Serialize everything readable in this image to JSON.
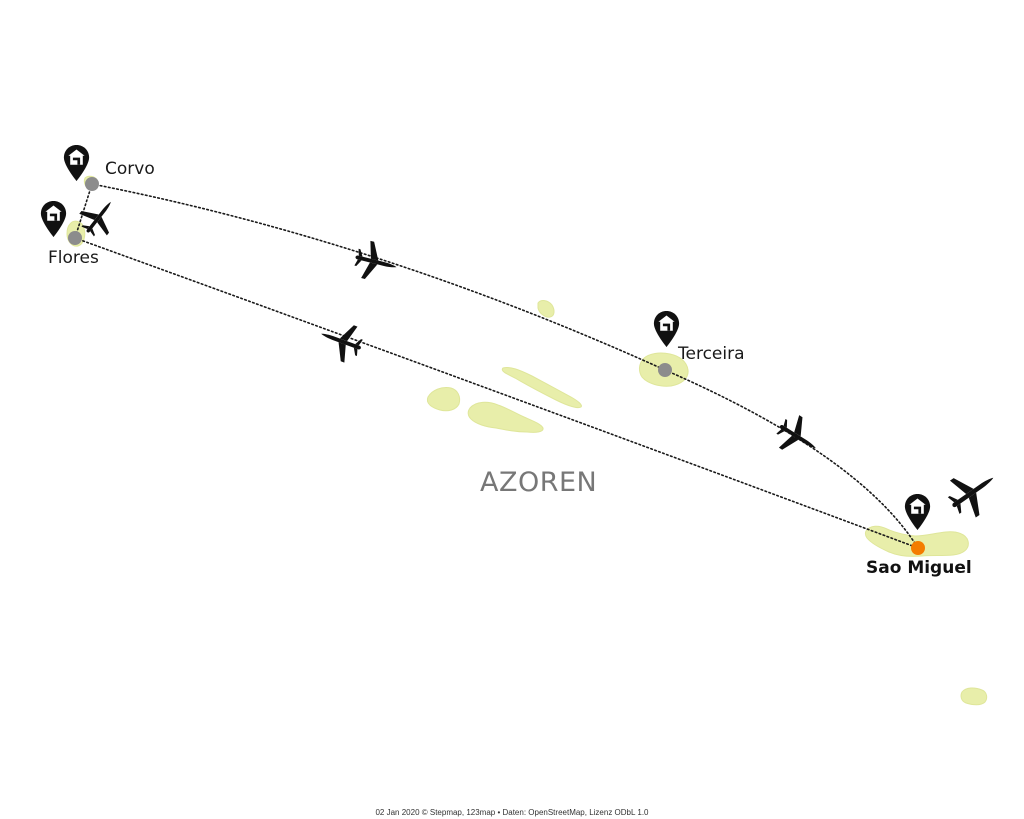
{
  "map": {
    "region_label": "AZOREN",
    "colors": {
      "land": "#e8eeaa",
      "route": "#1a1a1a",
      "stop": "#8c8c8c",
      "main_stop": "#f47c00",
      "icon": "#111111"
    },
    "icons": {
      "pin": "house-pin-icon",
      "transport": "airplane-icon"
    },
    "stops": [
      {
        "id": "corvo",
        "label": "Corvo",
        "main": false
      },
      {
        "id": "flores",
        "label": "Flores",
        "main": false
      },
      {
        "id": "terceira",
        "label": "Terceira",
        "main": false
      },
      {
        "id": "sao-miguel",
        "label": "Sao Miguel",
        "main": true
      }
    ]
  },
  "footer": {
    "credit": "02 Jan 2020 © Stepmap, 123map • Daten: OpenStreetMap, Lizenz ODbL 1.0"
  }
}
